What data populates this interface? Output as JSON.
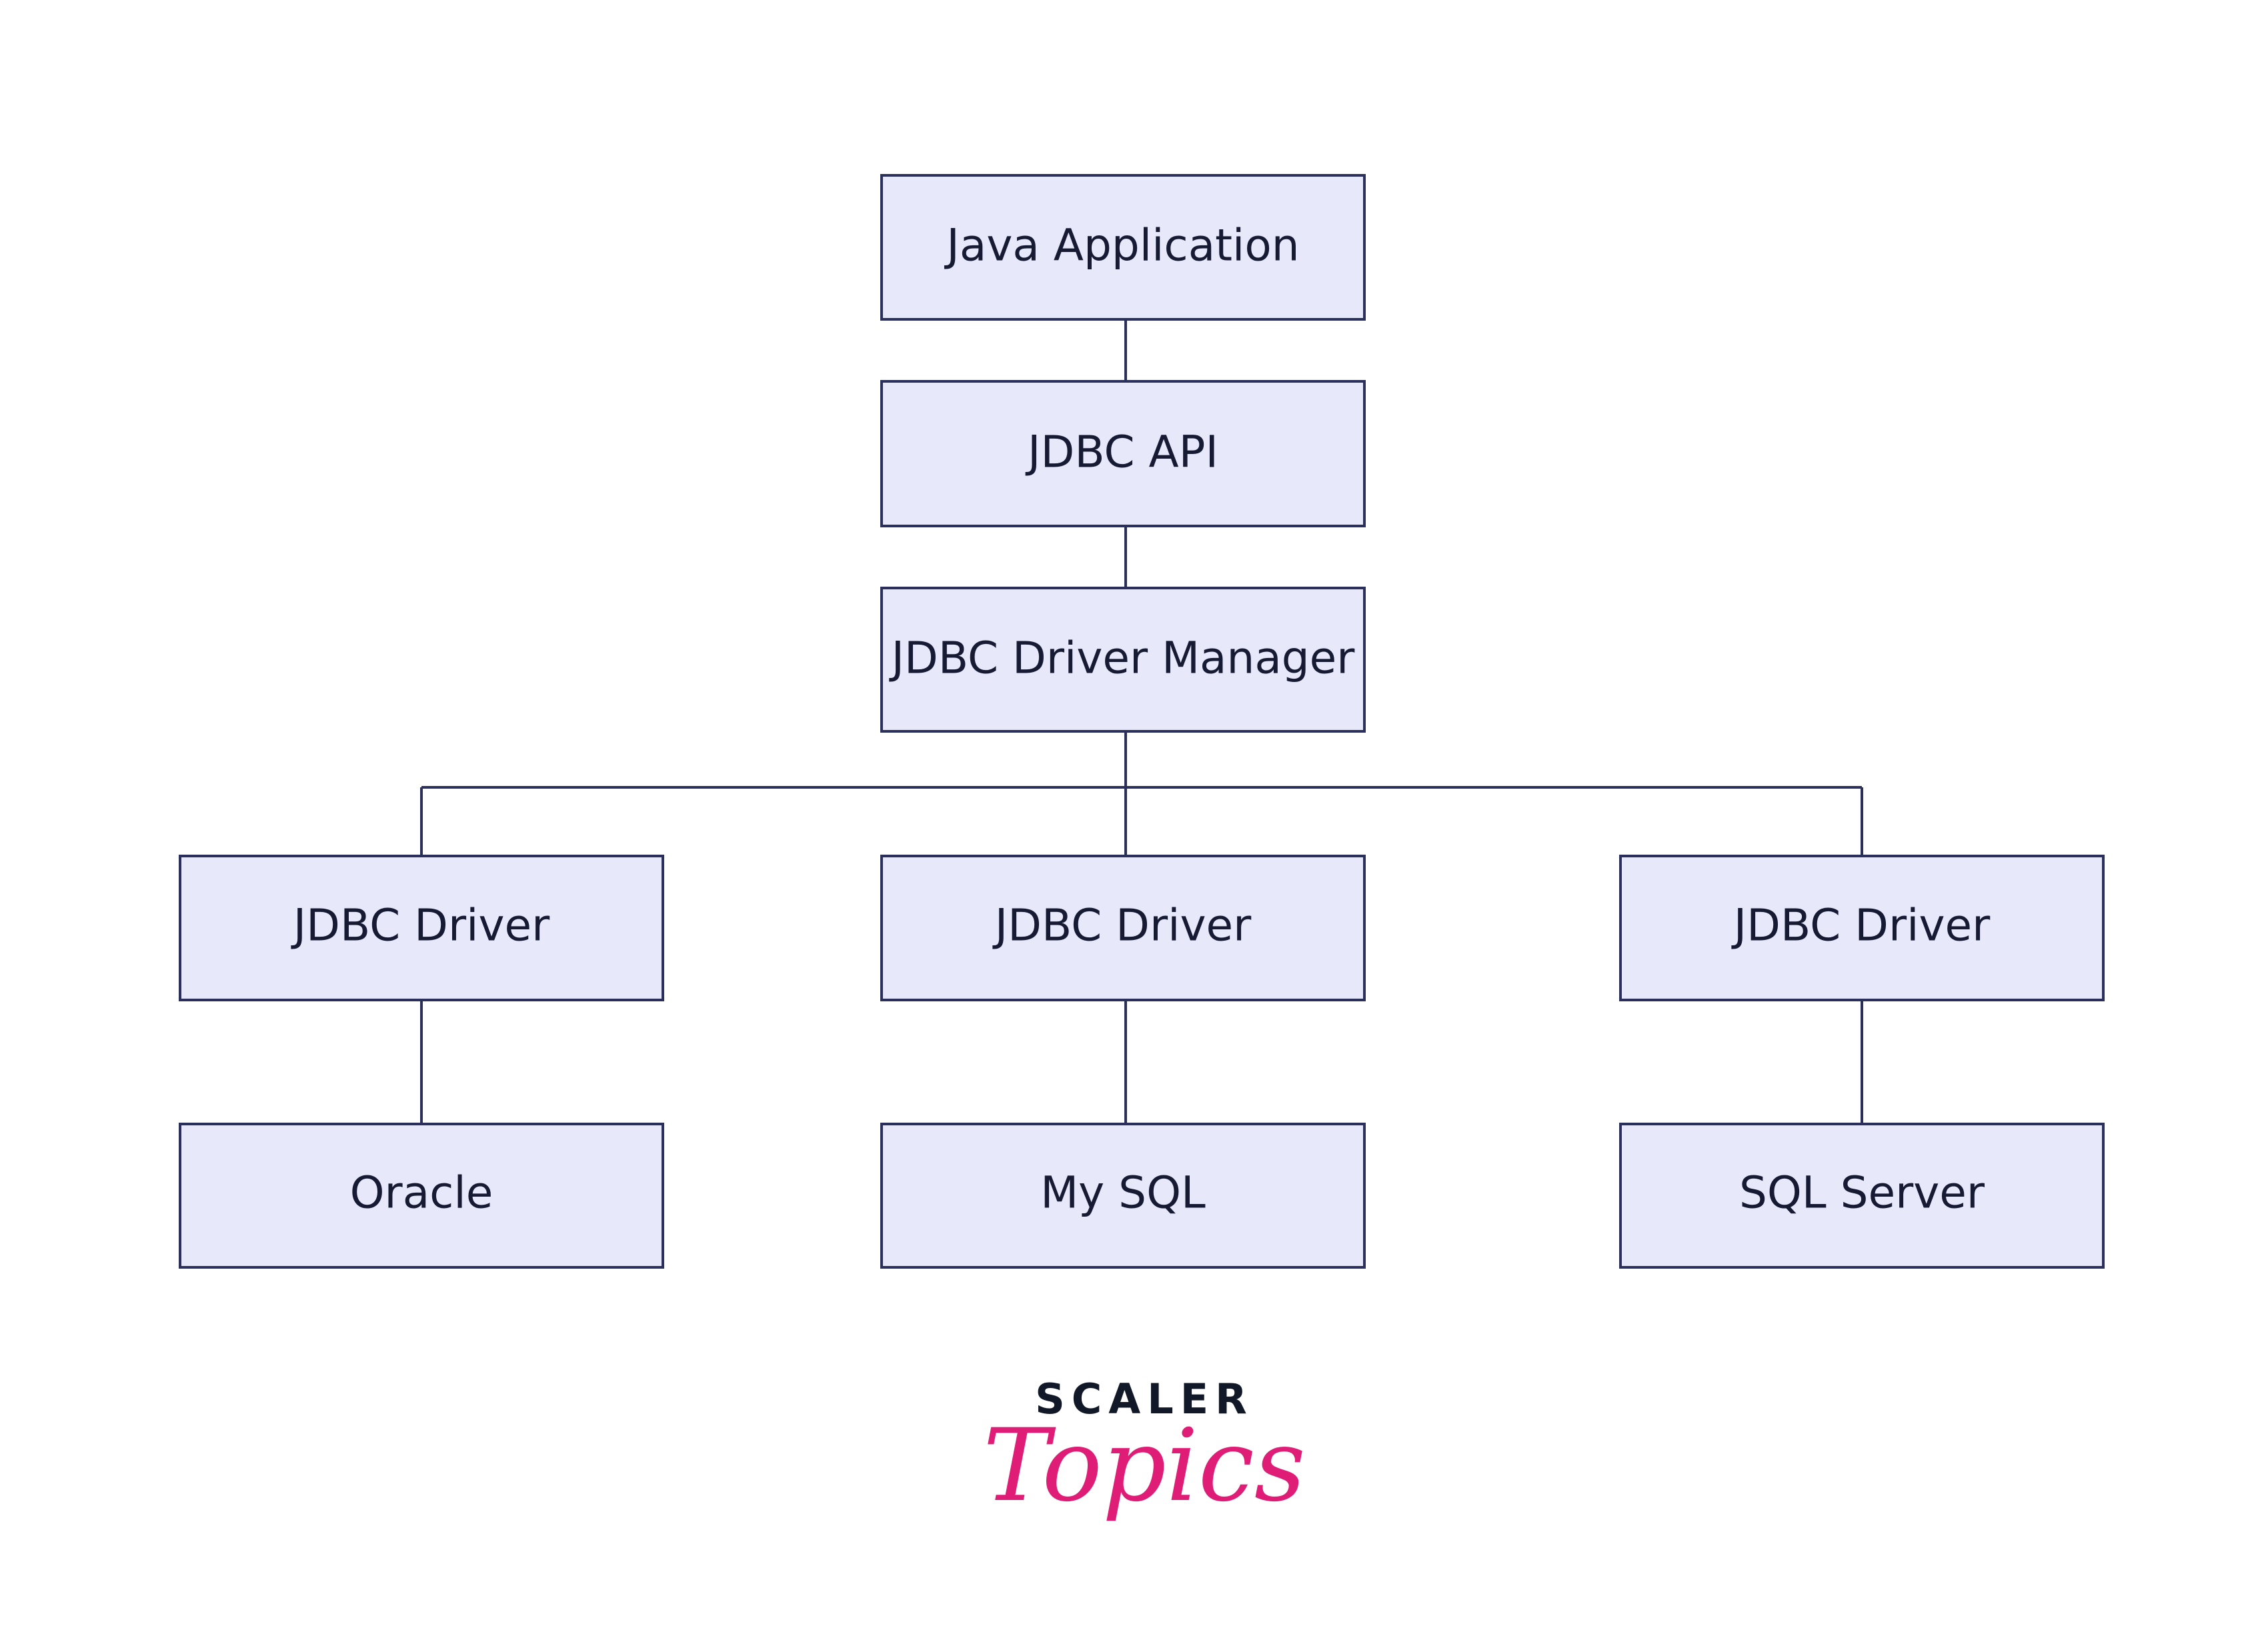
{
  "nodes": {
    "app": "Java Application",
    "api": "JDBC API",
    "manager": "JDBC Driver Manager",
    "driver_left": "JDBC Driver",
    "driver_center": "JDBC Driver",
    "driver_right": "JDBC Driver",
    "db_left": "Oracle",
    "db_center": "My SQL",
    "db_right": "SQL Server"
  },
  "logo": {
    "top": "SCALER",
    "script": "Topics"
  },
  "colors": {
    "node_fill": "#e8e8fb",
    "node_stroke": "#2b2f5c",
    "text": "#161a33",
    "logo_dark": "#111827",
    "logo_accent": "#e01d76"
  }
}
